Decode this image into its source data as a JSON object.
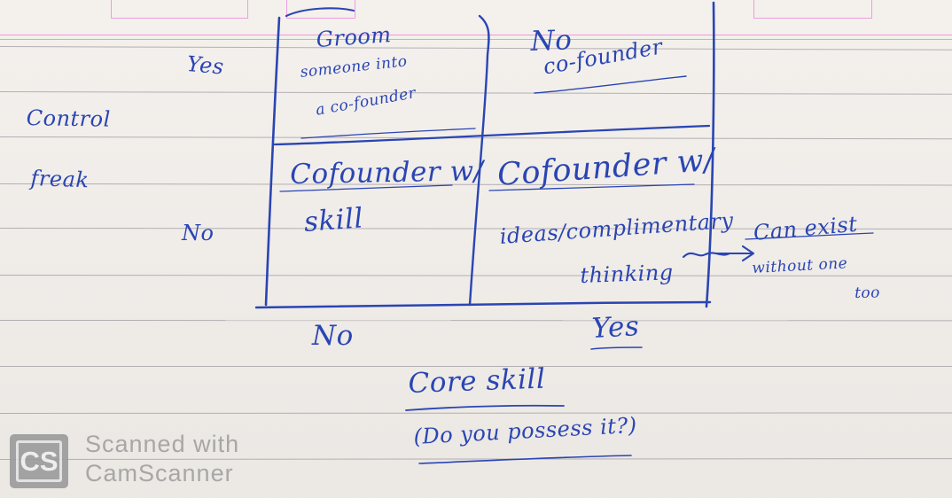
{
  "diagram": {
    "row_axis": {
      "label_line1": "Control",
      "label_line2": "freak",
      "yes_label": "Yes",
      "no_label": "No"
    },
    "column_axis": {
      "no_label": "No",
      "yes_label": "Yes",
      "title": "Core skill",
      "question": "(Do you possess it?)"
    },
    "cells": {
      "top_left_line1": "Groom",
      "top_left_line2": "someone into",
      "top_left_line3": "a co-founder",
      "top_right_line1": "No",
      "top_right_line2": "co-founder",
      "bottom_left_line1": "Cofounder w/",
      "bottom_left_line2": "skill",
      "bottom_right_line1": "Cofounder w/",
      "bottom_right_line2": "ideas/complimentary",
      "bottom_right_line3": "thinking"
    },
    "side_note": {
      "line1": "Can exist",
      "line2": "without one",
      "line3": "too"
    }
  },
  "watermark": {
    "logo_text": "CS",
    "line1": "Scanned with",
    "line2": "CamScanner"
  },
  "colors": {
    "ink": "#2a45b3",
    "paper": "#f3efeb",
    "rule": "#9f9aa0",
    "margin_pink": "#e66ad8",
    "watermark_gray": "#a7a7a7"
  }
}
